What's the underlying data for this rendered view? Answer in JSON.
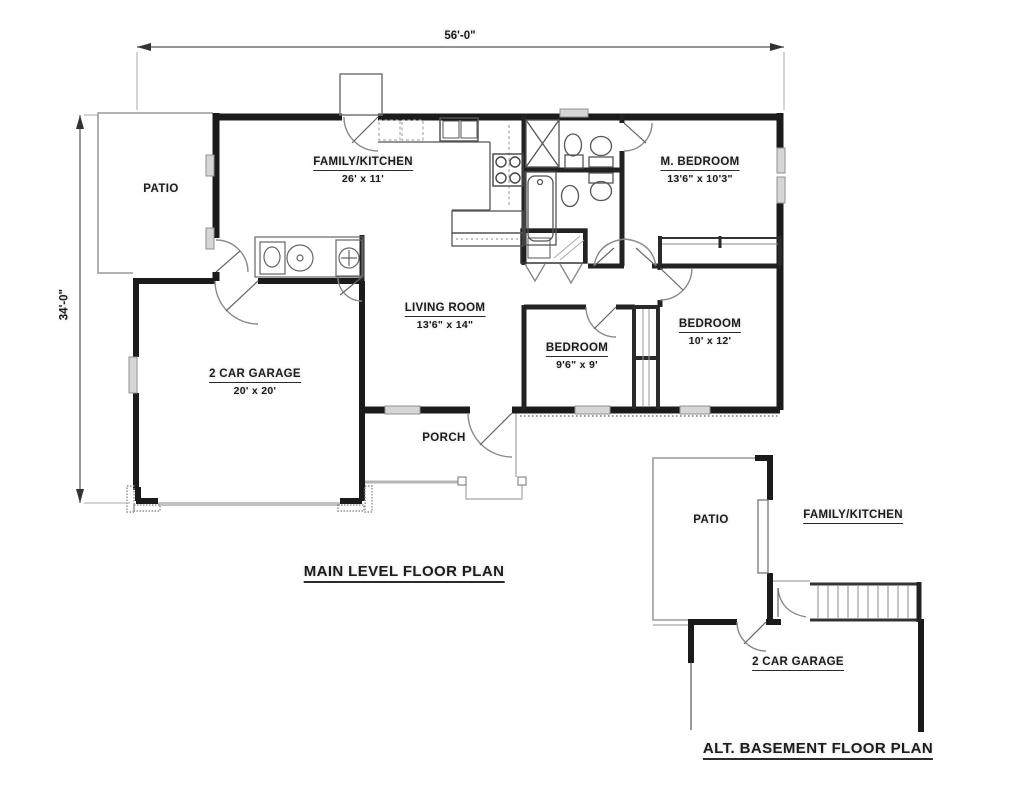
{
  "colors": {
    "background": "#ffffff",
    "wall": "#1b1b1b",
    "interior_wall": "#222222",
    "fixture": "#555555",
    "light_line": "#a8a8a8",
    "text": "#1c1c1c"
  },
  "main_plan": {
    "title": "MAIN LEVEL FLOOR PLAN",
    "dim_width": "56'-0\"",
    "dim_height": "34'-0\"",
    "rooms": {
      "patio": {
        "name": "PATIO"
      },
      "family_kitchen": {
        "name": "FAMILY/KITCHEN",
        "size": "26' x 11'"
      },
      "m_bedroom": {
        "name": "M. BEDROOM",
        "size": "13'6\" x 10'3\""
      },
      "living_room": {
        "name": "LIVING ROOM",
        "size": "13'6\" x 14\""
      },
      "bedroom_small": {
        "name": "BEDROOM",
        "size": "9'6\" x 9'"
      },
      "bedroom_mid": {
        "name": "BEDROOM",
        "size": "10' x 12'"
      },
      "garage": {
        "name": "2 CAR GARAGE",
        "size": "20' x 20'"
      },
      "porch": {
        "name": "PORCH"
      }
    }
  },
  "alt_plan": {
    "title": "ALT. BASEMENT FLOOR PLAN",
    "rooms": {
      "patio": {
        "name": "PATIO"
      },
      "family_kitchen": {
        "name": "FAMILY/KITCHEN"
      },
      "garage": {
        "name": "2 CAR GARAGE"
      }
    }
  }
}
